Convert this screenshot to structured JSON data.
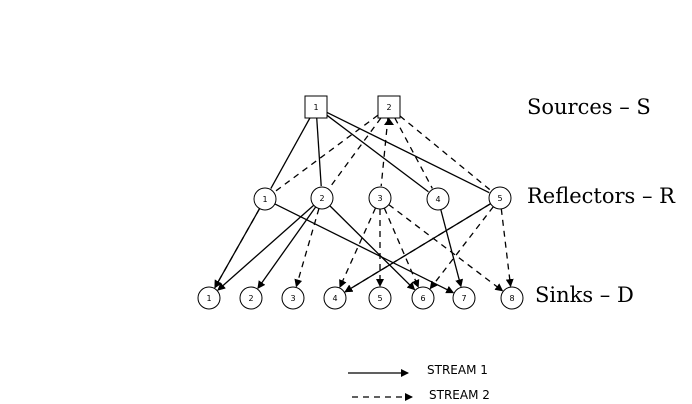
{
  "tiers": {
    "sources_label": "Sources – S",
    "reflectors_label": "Reflectors – R",
    "sinks_label": "Sinks – D"
  },
  "nodes": {
    "sources": [
      "1",
      "2"
    ],
    "reflectors": [
      "1",
      "2",
      "3",
      "4",
      "5"
    ],
    "sinks": [
      "1",
      "2",
      "3",
      "4",
      "5",
      "6",
      "7",
      "8"
    ]
  },
  "edges": {
    "stream1": [
      [
        "S1",
        "R1"
      ],
      [
        "S1",
        "R2"
      ],
      [
        "S1",
        "R4"
      ],
      [
        "S1",
        "R5"
      ],
      [
        "R1",
        "D1"
      ],
      [
        "R1",
        "D7"
      ],
      [
        "R2",
        "D1"
      ],
      [
        "R2",
        "D2"
      ],
      [
        "R2",
        "D6"
      ],
      [
        "R4",
        "D7"
      ],
      [
        "R5",
        "D4"
      ]
    ],
    "stream2": [
      [
        "S2",
        "R1"
      ],
      [
        "S2",
        "R2"
      ],
      [
        "S2",
        "R3"
      ],
      [
        "S2",
        "R4"
      ],
      [
        "S2",
        "R5"
      ],
      [
        "R1",
        "D1"
      ],
      [
        "R2",
        "D3"
      ],
      [
        "R3",
        "D4"
      ],
      [
        "R3",
        "D5"
      ],
      [
        "R3",
        "D6"
      ],
      [
        "R3",
        "D8"
      ],
      [
        "R5",
        "D4"
      ],
      [
        "R5",
        "D6"
      ],
      [
        "R5",
        "D8"
      ]
    ]
  },
  "legend": {
    "stream1_label": "STREAM 1",
    "stream2_label": "STREAM 2"
  },
  "colors": {
    "stroke": "#000000",
    "fill": "#ffffff"
  }
}
